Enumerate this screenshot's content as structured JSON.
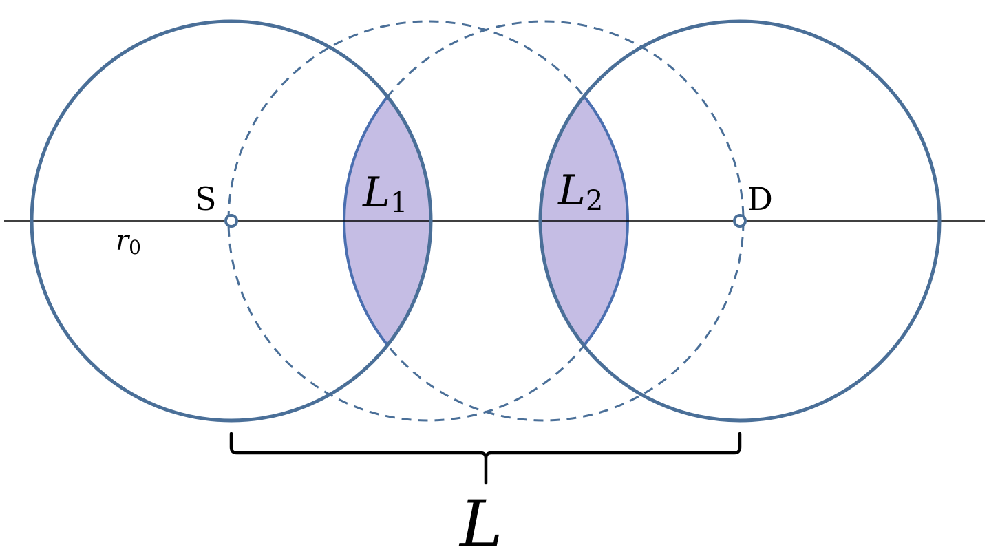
{
  "diagram": {
    "source_label": "S",
    "destination_label": "D",
    "radius_label": {
      "main": "r",
      "sub": "0"
    },
    "lens_1_label": {
      "main": "L",
      "sub": "1"
    },
    "lens_2_label": {
      "main": "L",
      "sub": "2"
    },
    "distance_label": "L"
  },
  "colors": {
    "circle_stroke": "#4a6f98",
    "dashed_stroke": "#4a6f98",
    "lens_fill": "#c5bde4",
    "lens_stroke": "#4a6fb0",
    "axis_line": "#000000",
    "brace": "#000000"
  }
}
